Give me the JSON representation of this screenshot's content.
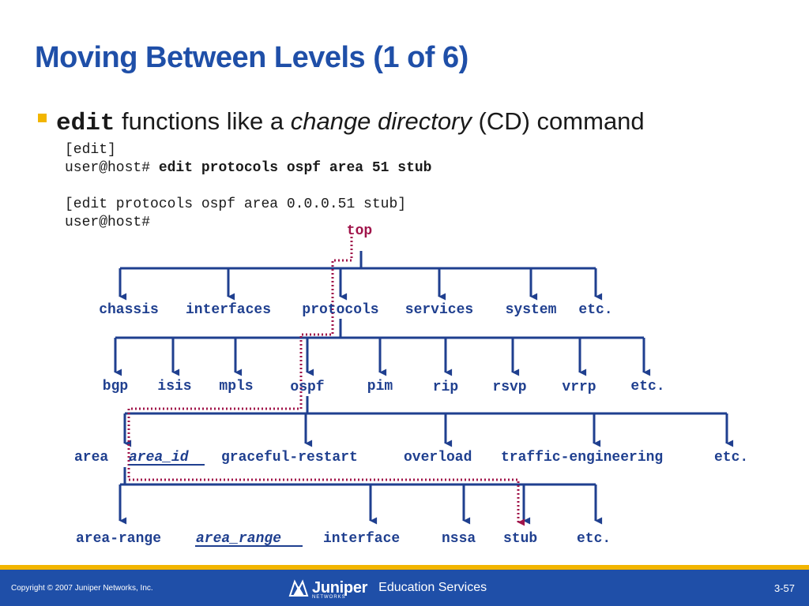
{
  "slide": {
    "title": "Moving Between Levels (1 of 6)",
    "bullet": {
      "keyword": "edit",
      "text_before": " functions like a ",
      "italic": "change directory",
      "text_after": " (CD) command"
    },
    "code": {
      "line1": "[edit]",
      "prompt1": "user@host# ",
      "command": "edit protocols ospf area 51 stub",
      "line3": "[edit protocols ospf area 0.0.0.51 stub]",
      "prompt2": "user@host#"
    }
  },
  "tree": {
    "root": "top",
    "level1": [
      "chassis",
      "interfaces",
      "protocols",
      "services",
      "system",
      "etc."
    ],
    "level2": [
      "bgp",
      "isis",
      "mpls",
      "ospf",
      "pim",
      "rip",
      "rsvp",
      "vrrp",
      "etc."
    ],
    "level3": [
      "area",
      "area_id",
      "graceful-restart",
      "overload",
      "traffic-engineering",
      "etc."
    ],
    "level4": [
      "area-range",
      "area_range",
      "interface",
      "nssa",
      "stub",
      "etc."
    ]
  },
  "footer": {
    "copyright": "Copyright © 2007 Juniper Networks, Inc.",
    "logo": "Juniper",
    "logo_sub": "NETWORKS",
    "section": "Education Services",
    "page": "3-57"
  },
  "colors": {
    "title": "#1f4fa8",
    "tree": "#1f3f8f",
    "path": "#a0144a",
    "footer": "#1f4fa8",
    "accent": "#f2b500"
  }
}
